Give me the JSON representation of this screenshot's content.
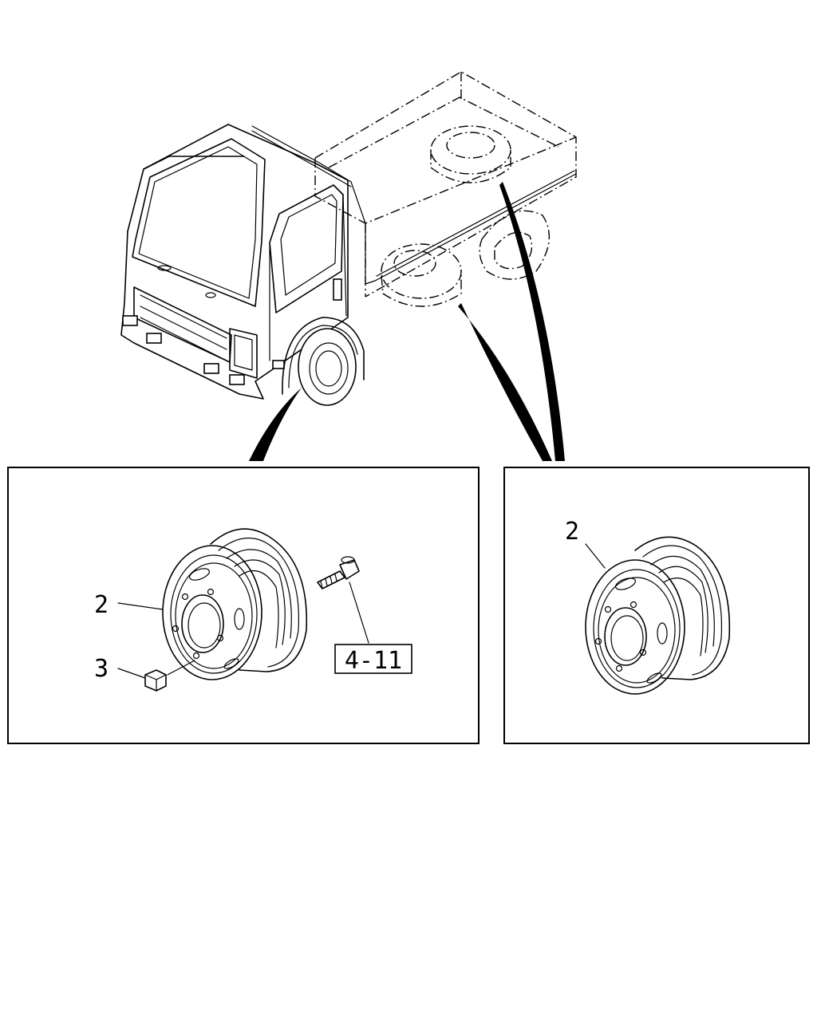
{
  "diagram": {
    "callouts": {
      "left_rim": "2",
      "left_nut": "3",
      "left_ref": "4-11",
      "right_rim": "2"
    },
    "icons": {
      "truck": "truck-illustration",
      "front_wheel": "disc-wheel-rim",
      "rear_wheel": "dual-disc-wheel-rim",
      "nut": "wheel-nut",
      "stud": "wheel-stud-bolt"
    }
  }
}
